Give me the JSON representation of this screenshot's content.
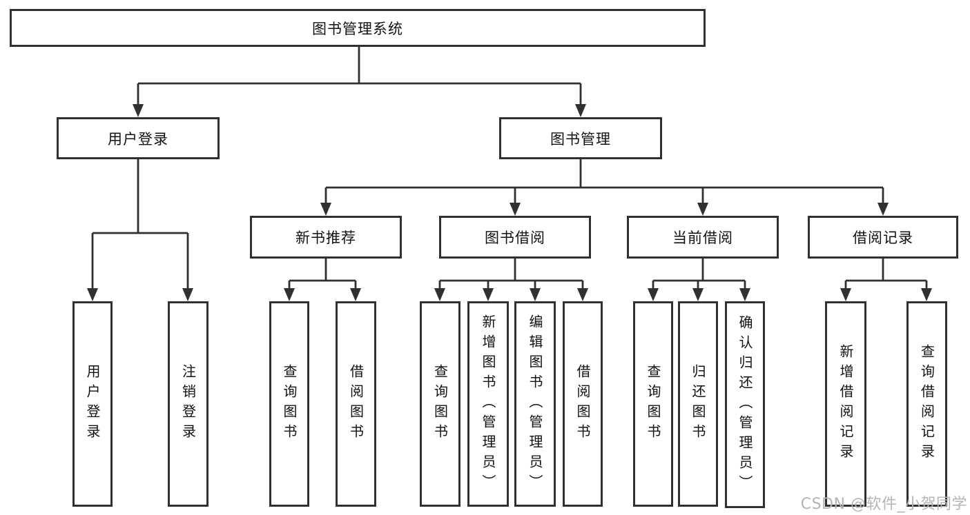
{
  "colors": {
    "line": "#303030",
    "box_border": "#303030",
    "text": "#111111",
    "watermark": "#b5b5b5",
    "background": "#ffffff"
  },
  "watermark": {
    "text": "CSDN @软件_小贺同学"
  },
  "tree": {
    "label": "图书管理系统",
    "children": [
      {
        "label": "用户登录",
        "children": [
          {
            "label": "用户登录"
          },
          {
            "label": "注销登录"
          }
        ]
      },
      {
        "label": "图书管理",
        "children": [
          {
            "label": "新书推荐",
            "children": [
              {
                "label": "查询图书"
              },
              {
                "label": "借阅图书"
              }
            ]
          },
          {
            "label": "图书借阅",
            "children": [
              {
                "label": "查询图书"
              },
              {
                "label": "新增图书（管理员）"
              },
              {
                "label": "编辑图书（管理员）"
              },
              {
                "label": "借阅图书"
              }
            ]
          },
          {
            "label": "当前借阅",
            "children": [
              {
                "label": "查询图书"
              },
              {
                "label": "归还图书"
              },
              {
                "label": "确认归还（管理员）"
              }
            ]
          },
          {
            "label": "借阅记录",
            "children": [
              {
                "label": "新增借阅记录"
              },
              {
                "label": "查询借阅记录"
              }
            ]
          }
        ]
      }
    ]
  }
}
